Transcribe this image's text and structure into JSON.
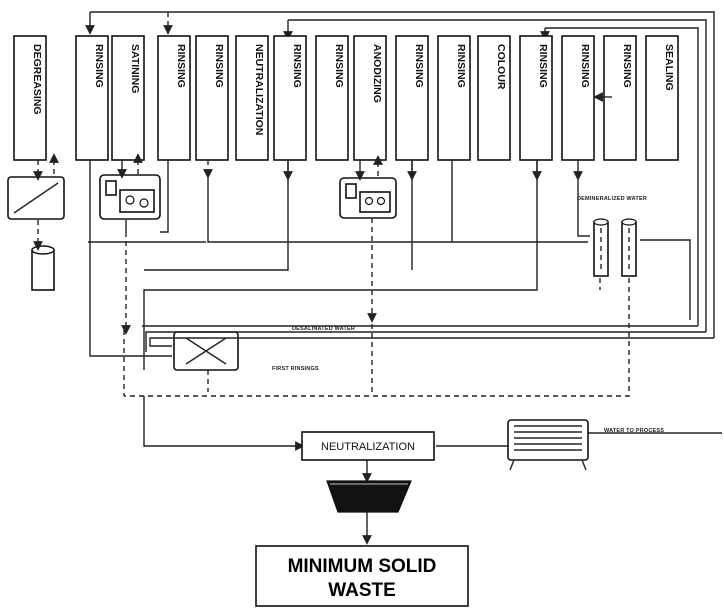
{
  "process_tanks": [
    "DEGREASING",
    "RINSING",
    "SATINING",
    "RINSING",
    "RINSING",
    "NEUTRALIZATION",
    "RINSING",
    "RINSING",
    "ANODIZING",
    "RINSING",
    "RINSING",
    "COLOUR",
    "RINSING",
    "RINSING",
    "RINSING",
    "SEALING"
  ],
  "labels": {
    "demineralized_water": "DEMINERALIZED WATER",
    "desalinated_water": "DESALINATED WATER",
    "first_rinsings": "FIRST RINSINGS",
    "neutralization": "NEUTRALIZATION",
    "water_to_process": "WATER TO PROCESS",
    "final_line1": "MINIMUM SOLID",
    "final_line2": "WASTE"
  },
  "icons": {
    "arrow": "arrowhead-icon",
    "separator": "oil-separator-icon",
    "drum": "drum-icon",
    "recovery_unit": "recovery-unit-icon",
    "ion_column": "ion-exchange-column-icon",
    "evaporator": "evaporator-icon",
    "cooler": "cooler-icon",
    "filter_press": "filter-press-icon"
  }
}
